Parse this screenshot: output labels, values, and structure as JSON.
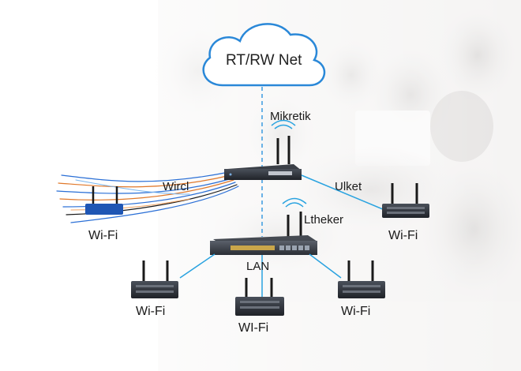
{
  "diagram": {
    "cloud_label": "RT/RW Net",
    "mikrotik_label": "Mikretik",
    "wired_label": "Wircl",
    "uplink_label": "Ulket",
    "switch_label": "Ltheker",
    "lan_label": "LAN",
    "wifi_labels": {
      "left_fiber": "Wi-Fi",
      "right": "Wi-Fi",
      "bottom_left": "Wi-Fi",
      "bottom_center": "WI-Fi",
      "bottom_right": "Wi-Fi"
    }
  },
  "colors": {
    "cloud_stroke": "#2a88d8",
    "link_line": "#2aa3e0",
    "dashed_line": "#3b9be0",
    "device_body": "#2b2f36",
    "fiber_blue": "#2a6fd6",
    "fiber_orange": "#e0782a"
  }
}
